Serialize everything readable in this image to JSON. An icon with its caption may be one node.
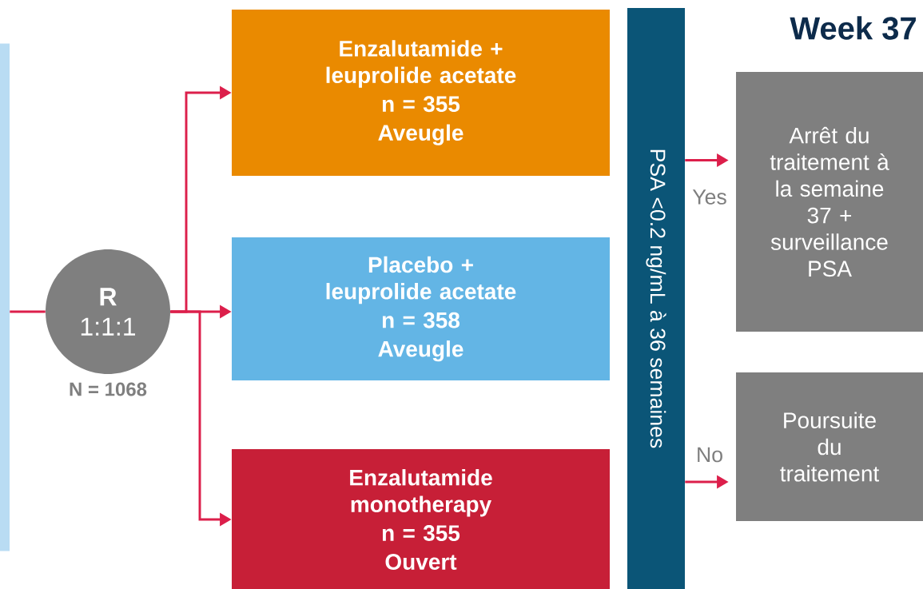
{
  "diagram": {
    "title": "Week 37",
    "nodes": [
      {
        "text": [],
        "shape": "box"
      },
      {
        "text": [
          "R",
          "1:1:1"
        ],
        "beside": [
          "N = 1068"
        ]
      },
      {
        "text": [
          "Enzalutamide + leuprolide acetate",
          "n = 355",
          "Aveugle"
        ]
      },
      {
        "text": [
          "Placebo + leuprolide acetate",
          "n = 358",
          "Aveugle"
        ]
      },
      {
        "text": [
          "Enzalutamide monotherapy",
          "n = 355",
          "Ouvert"
        ]
      },
      {
        "text": [
          "PSA <0.2 ng/mL à 36 semaines"
        ]
      },
      {
        "text": [
          "Arrêt du traitement à la semaine 37 + surveillance PSA"
        ]
      },
      {
        "text": [
          "Poursuite du traitement"
        ]
      }
    ],
    "edges": [
      {
        "from": 0,
        "to": 1,
        "arrow": "none"
      },
      {
        "from": 1,
        "to": 2,
        "arrow": "to"
      },
      {
        "from": 1,
        "to": 3,
        "arrow": "to"
      },
      {
        "from": 1,
        "to": 4,
        "arrow": "to"
      },
      {
        "from": 5,
        "to": 6,
        "arrow": "to",
        "label": "Yes"
      },
      {
        "from": 5,
        "to": 7,
        "arrow": "to",
        "label": "No"
      }
    ]
  }
}
